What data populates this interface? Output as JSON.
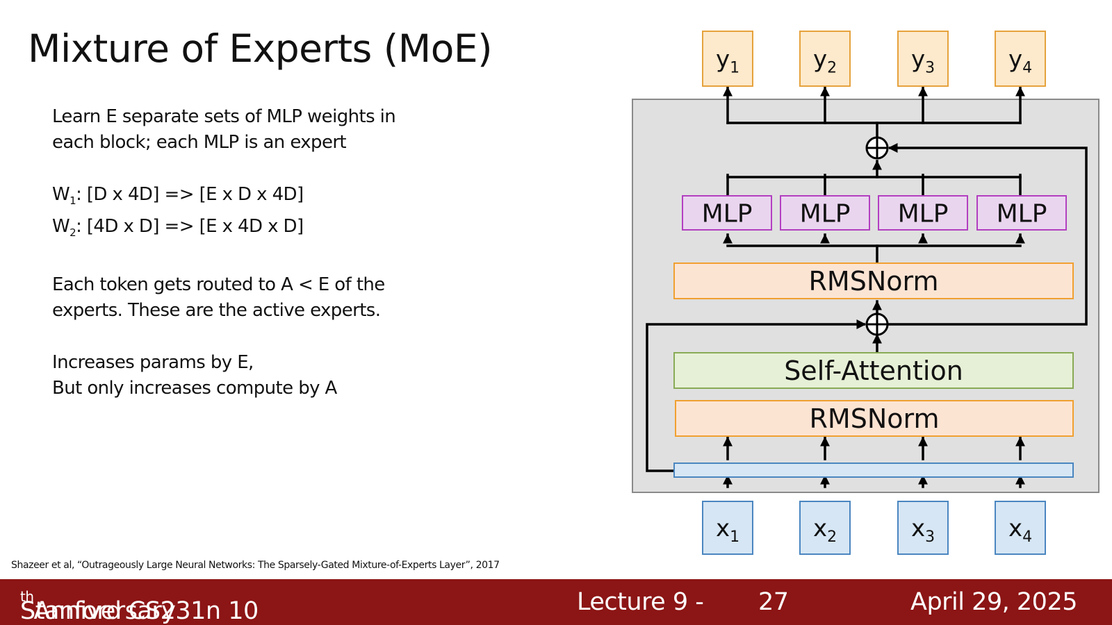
{
  "slide": {
    "title": "Mixture of Experts (MoE)",
    "bullets": [
      {
        "lines": [
          "Learn E separate sets of MLP weights in",
          "each block; each MLP is an expert"
        ]
      },
      {
        "w1": {
          "pre": "W",
          "sub": "1",
          "rest": ": [D x 4D] => [E x D x 4D]"
        },
        "w2": {
          "pre": "W",
          "sub": "2",
          "rest": ": [4D x D] => [E x 4D x D]"
        }
      },
      {
        "lines": [
          "Each token gets routed to A < E of the",
          "experts. These are the active experts."
        ]
      },
      {
        "lines": [
          "Increases params by E,",
          "But only increases compute by A"
        ]
      }
    ],
    "citation": "Shazeer et al, “Outrageously Large Neural Networks: The Sparsely-Gated Mixture-of-Experts Layer”, 2017"
  },
  "diagram": {
    "outputs": [
      {
        "base": "y",
        "sub": "1"
      },
      {
        "base": "y",
        "sub": "2"
      },
      {
        "base": "y",
        "sub": "3"
      },
      {
        "base": "y",
        "sub": "4"
      }
    ],
    "inputs": [
      {
        "base": "x",
        "sub": "1"
      },
      {
        "base": "x",
        "sub": "2"
      },
      {
        "base": "x",
        "sub": "3"
      },
      {
        "base": "x",
        "sub": "4"
      }
    ],
    "experts": [
      "MLP",
      "MLP",
      "MLP",
      "MLP"
    ],
    "norm_top": "RMSNorm",
    "attention": "Self-Attention",
    "norm_bottom": "RMSNorm",
    "colors": {
      "block_bg": "#e0e0e0",
      "io_out_fill": "#fde9cb",
      "io_out_stroke": "#e6a23c",
      "io_in_fill": "#d6e6f4",
      "io_in_stroke": "#4a86c0",
      "mlp_fill": "#ead5ef",
      "mlp_stroke": "#b23fc0",
      "norm_fill": "#fce4d3",
      "norm_stroke": "#f0a030",
      "attn_fill": "#e6f0d6",
      "attn_stroke": "#88aa55",
      "footer_bg": "#8c1515"
    }
  },
  "footer": {
    "course": "Stanford CS231n 10",
    "course_sup": "th",
    "course_rest": " Anniversary",
    "lecture": "Lecture 9 -",
    "page": "27",
    "date": "April 29, 2025"
  }
}
